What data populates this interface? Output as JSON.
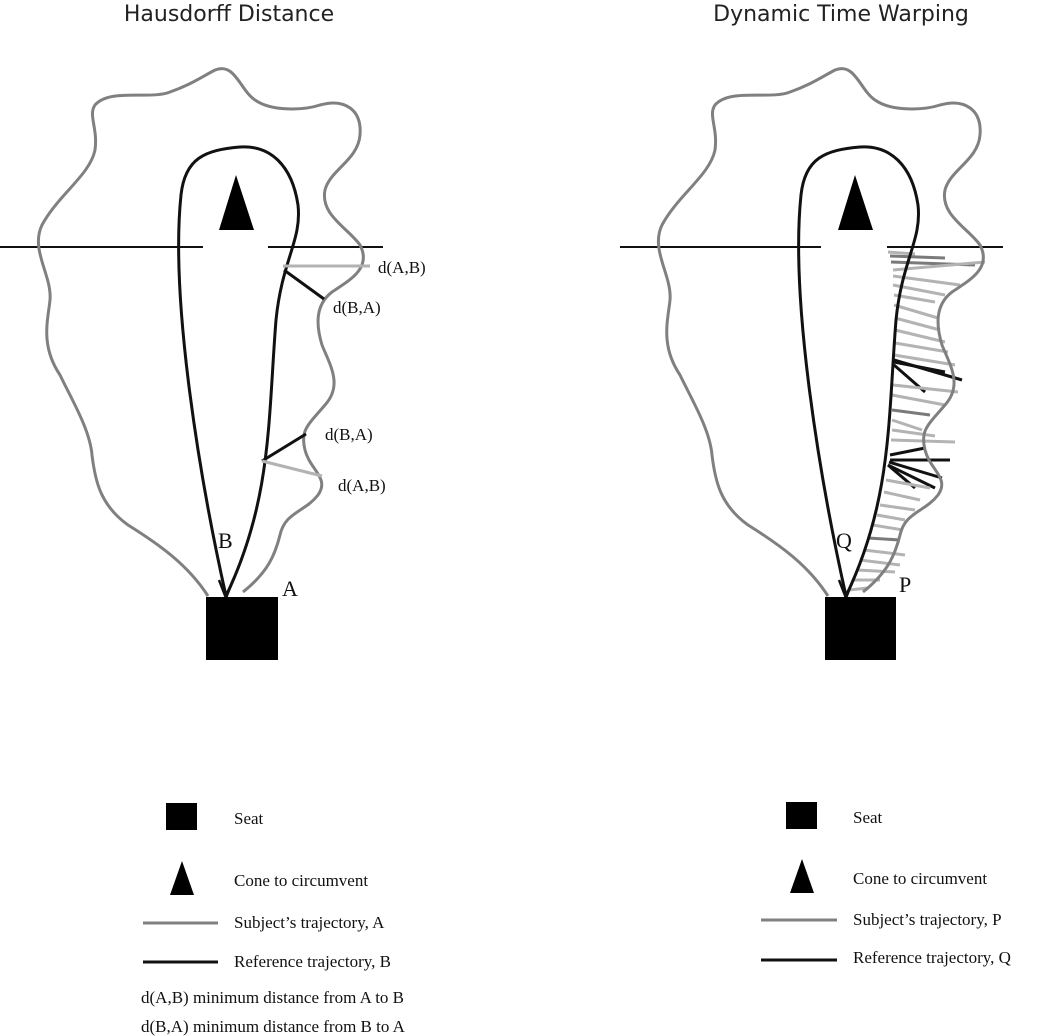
{
  "colors": {
    "subject": "#808080",
    "reference": "#111111",
    "distance_light": "#b3b3b3",
    "distance_mid": "#7a7a7a",
    "seat": "#000000"
  },
  "left_panel": {
    "title": "Hausdorff Distance",
    "labels": {
      "d_ab_top": "d(A,B)",
      "d_ba_top": "d(B,A)",
      "d_ba_bottom": "d(B,A)",
      "d_ab_bottom": "d(A,B)",
      "reference": "B",
      "subject": "A"
    },
    "legend": {
      "seat": "Seat",
      "cone": "Cone to circumvent",
      "subject": "Subject’s trajectory, A",
      "reference": "Reference trajectory, B",
      "d_ab": "d(A,B) minimum distance from A to B",
      "d_ba": "d(B,A) minimum distance from B to A"
    }
  },
  "right_panel": {
    "title": "Dynamic Time Warping",
    "labels": {
      "reference": "Q",
      "subject": "P"
    },
    "legend": {
      "seat": "Seat",
      "cone": "Cone to circumvent",
      "subject": "Subject’s trajectory, P",
      "reference": "Reference trajectory, Q"
    }
  }
}
